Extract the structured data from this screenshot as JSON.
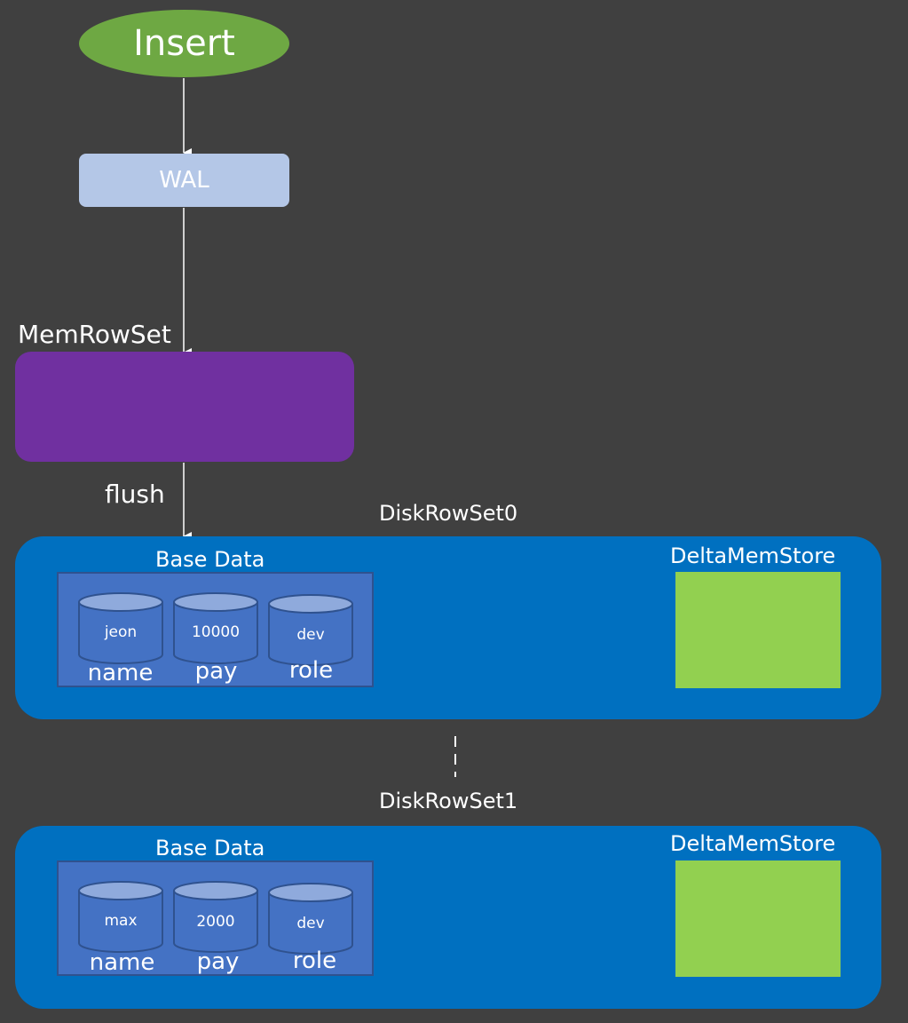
{
  "flow": {
    "insert_label": "Insert",
    "wal_label": "WAL",
    "memrowset_label": "MemRowSet",
    "flush_label": "flush"
  },
  "disk_rowsets": [
    {
      "title": "DiskRowSet0",
      "base_data_label": "Base Data",
      "delta_label": "DeltaMemStore",
      "columns": [
        {
          "name": "name",
          "value": "jeon"
        },
        {
          "name": "pay",
          "value": "10000"
        },
        {
          "name": "role",
          "value": "dev"
        }
      ]
    },
    {
      "title": "DiskRowSet1",
      "base_data_label": "Base Data",
      "delta_label": "DeltaMemStore",
      "columns": [
        {
          "name": "name",
          "value": "max"
        },
        {
          "name": "pay",
          "value": "2000"
        },
        {
          "name": "role",
          "value": "dev"
        }
      ]
    }
  ],
  "colors": {
    "background": "#404040",
    "insert": "#6EA843",
    "wal": "#B4C7E7",
    "memrowset": "#7030A0",
    "diskrowset": "#0070C0",
    "base_data": "#4472C4",
    "cylinder": "#4472C4",
    "delta": "#92D050"
  }
}
